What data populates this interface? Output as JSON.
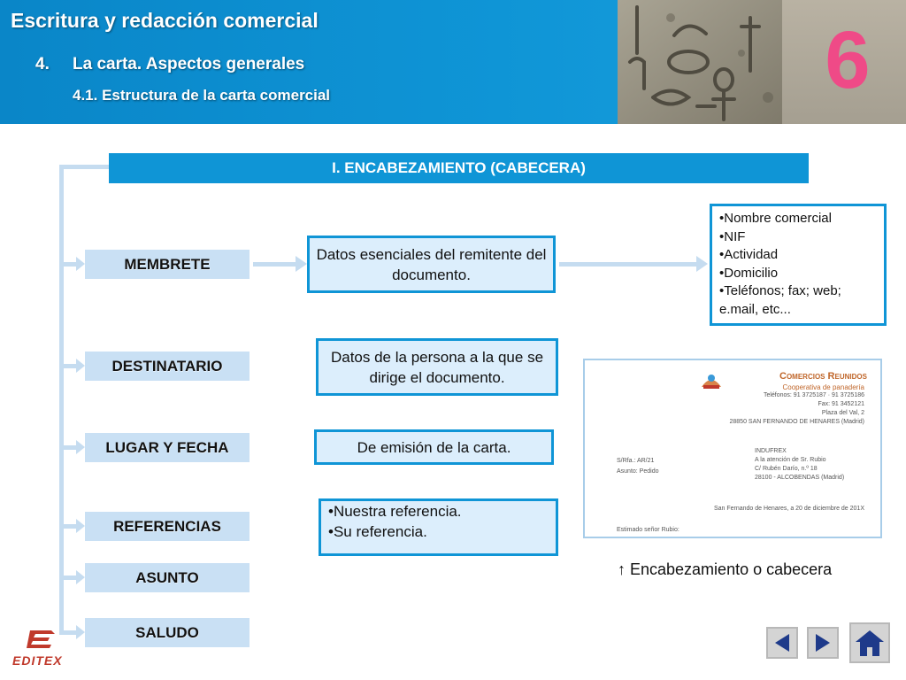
{
  "header": {
    "title": "Escritura y redacción comercial",
    "section_number": "4.",
    "section_title": "La carta. Aspectos generales",
    "subsection": "4.1. Estructura de la carta comercial",
    "chapter": "6"
  },
  "section_bar": "I. ENCABEZAMIENTO (CABECERA)",
  "labels": {
    "membrete": "MEMBRETE",
    "destinatario": "DESTINATARIO",
    "lugar_fecha": "LUGAR Y FECHA",
    "referencias": "REFERENCIAS",
    "asunto": "ASUNTO",
    "saludo": "SALUDO"
  },
  "boxes": {
    "membrete_desc": "Datos esenciales del remitente del documento.",
    "destinatario_desc": "Datos de la persona a la que se dirige el documento.",
    "fecha_desc": "De emisión de la carta.",
    "referencias_items": [
      "•Nuestra referencia.",
      "•Su referencia."
    ]
  },
  "membrete_attributes": [
    "•Nombre comercial",
    "•NIF",
    "•Actividad",
    "•Domicilio",
    "•Teléfonos; fax; web; e.mail, etc..."
  ],
  "letter": {
    "company": "Comercios Reunidos",
    "tagline": "Cooperativa de panadería",
    "phones": "Teléfonos: 91 3725187 · 91 3725186",
    "fax": "Fax: 91 3452121",
    "street": "Plaza del Val, 2",
    "city": "28850 SAN FERNANDO DE HENARES (Madrid)",
    "recipient_lines": [
      "INDUFREX",
      "A la atención de Sr. Rubio",
      "C/ Rubén Darío, n.º 18",
      "28100 - ALCOBENDAS (Madrid)"
    ],
    "ref": "S/Rfa.: AR/21",
    "subject": "Asunto: Pedido",
    "place_date": "San Fernando de Henares, a 20 de diciembre de 201X",
    "greeting": "Estimado señor Rubio:"
  },
  "caption": "↑ Encabezamiento o cabecera",
  "logo": "EDITEX",
  "colors": {
    "accent": "#0f95d6",
    "label_bg": "#c9e0f4",
    "chapter": "#ef4a87"
  }
}
